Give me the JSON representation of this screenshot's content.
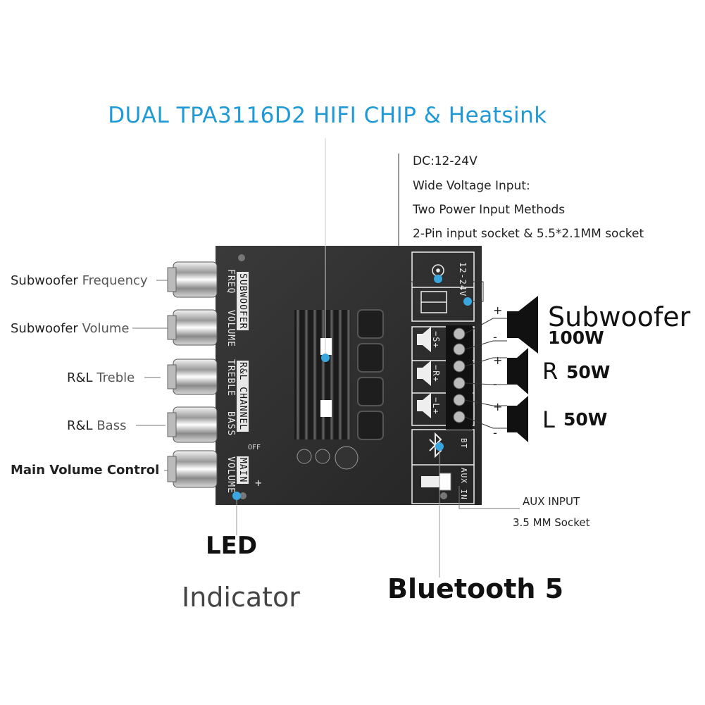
{
  "title": "DUAL TPA3116D2 HIFI CHIP & Heatsink",
  "power": {
    "line1": "DC:12-24V",
    "line2": "Wide Voltage Input:",
    "line3": "Two Power Input Methods",
    "line4": "2-Pin input socket & 5.5*2.1MM socket"
  },
  "knobs": [
    {
      "strong": "Subwoofer",
      "light": "Frequency"
    },
    {
      "strong": "Subwoofer",
      "light": "Volume"
    },
    {
      "strong": "R&L",
      "light": "Treble"
    },
    {
      "strong": "R&L",
      "light": "Bass"
    },
    {
      "strong": "Main Volume Control",
      "light": ""
    }
  ],
  "led": {
    "bold": "LED",
    "light": "Indicator"
  },
  "bluetooth_label": "Bluetooth 5",
  "aux": {
    "line1": "AUX INPUT",
    "line2": "3.5 MM Socket"
  },
  "speakers": {
    "sub": {
      "name": "Subwoofer",
      "watts": "100W"
    },
    "right": {
      "name": "R",
      "watts": "50W"
    },
    "left": {
      "name": "L",
      "watts": "50W"
    }
  },
  "pcb": {
    "sub_box": "SUBWOOFER",
    "freq": "FREQ",
    "volume": "VOLUME",
    "rl_box": "R&L CHANNEL",
    "treble": "TREBLE",
    "bass": "BASS",
    "main_box": "MAIN",
    "main_volume": "VOLUME",
    "off": "OFF",
    "plus": "+",
    "s_term": "−S+",
    "r_term": "−R+",
    "l_term": "−L+",
    "dc_text": "12-24V",
    "bt": "BT",
    "aux": "AUX IN"
  },
  "colors": {
    "accent": "#1f9ad6",
    "board": "#2b2b2b",
    "dot": "#3aa6e0"
  }
}
